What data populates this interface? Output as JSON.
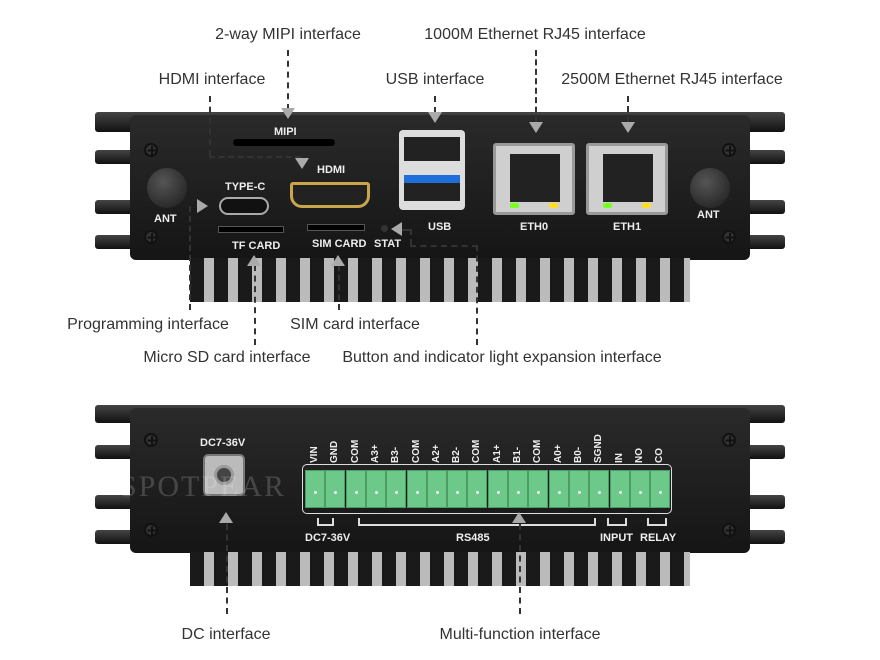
{
  "callouts": {
    "mipi": "2-way MIPI interface",
    "eth1000": "1000M Ethernet RJ45 interface",
    "hdmi": "HDMI interface",
    "usb": "USB interface",
    "eth2500": "2500M Ethernet RJ45 interface",
    "programming": "Programming interface",
    "sim": "SIM card interface",
    "microsd": "Micro SD card interface",
    "button_led": "Button and indicator light expansion interface",
    "dc": "DC interface",
    "multifunction": "Multi-function interface"
  },
  "front_panel": {
    "ant_left": "ANT",
    "ant_right": "ANT",
    "mipi": "MIPI",
    "hdmi": "HDMI",
    "type_c": "TYPE-C",
    "tf_card": "TF CARD",
    "sim_card": "SIM CARD",
    "stat": "STAT",
    "usb": "USB",
    "eth0": "ETH0",
    "eth1": "ETH1"
  },
  "rear_panel": {
    "dc_label": "DC7-36V",
    "terminals": [
      "VIN",
      "GND",
      "COM",
      "A3+",
      "B3-",
      "COM",
      "A2+",
      "B2-",
      "COM",
      "A1+",
      "B1-",
      "COM",
      "A0+",
      "B0-",
      "SGND",
      "IN",
      "NO",
      "CO"
    ],
    "groups": {
      "power": "DC7-36V",
      "rs485": "RS485",
      "input": "INPUT",
      "relay": "RELAY"
    }
  },
  "watermark": "SPOTPEAR"
}
